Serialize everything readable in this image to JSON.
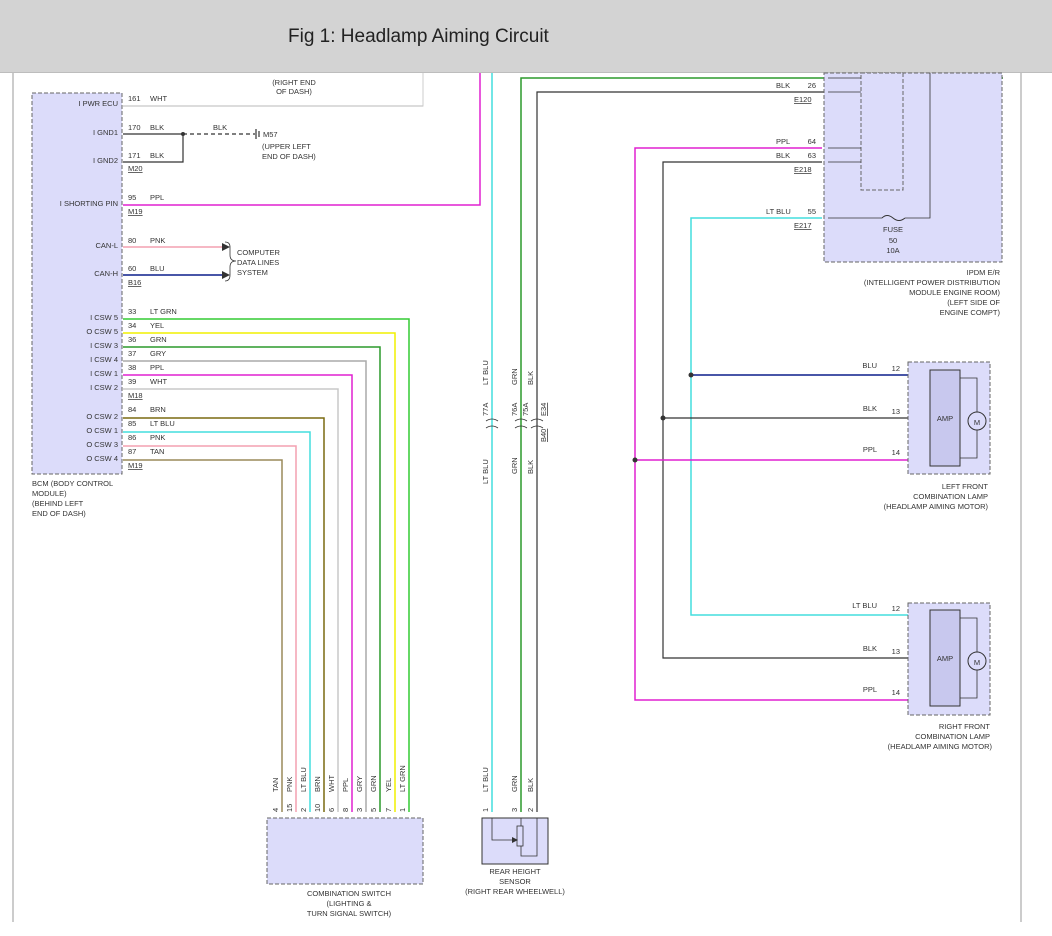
{
  "header": {
    "title": "Fig 1: Headlamp Aiming Circuit"
  },
  "colors": {
    "header_bg": "#d3d3d3",
    "module_fill": "#dcdcfa",
    "wht": "#c8c8c8",
    "blk": "#333333",
    "ppl": "#e020d0",
    "pnk": "#f4a0b0",
    "blu": "#0b1e8c",
    "lt_grn": "#33cc33",
    "yel": "#f0f000",
    "grn": "#2c9a2c",
    "gry": "#aaaaaa",
    "brn": "#7a6a10",
    "lt_blu": "#44dddd",
    "tan": "#9a8a5a"
  },
  "bcm": {
    "name_lines": [
      "BCM (BODY CONTROL",
      "MODULE)",
      "(BEHIND LEFT",
      "END OF DASH)"
    ],
    "pins": [
      {
        "label": "I PWR ECU",
        "pin": "161",
        "wire": "WHT"
      },
      {
        "label": "I GND1",
        "pin": "170",
        "wire": "BLK"
      },
      {
        "label": "I GND2",
        "pin": "171",
        "wire": "BLK"
      },
      {
        "label": "I SHORTING PIN",
        "pin": "95",
        "wire": "PPL"
      },
      {
        "label": "CAN-L",
        "pin": "80",
        "wire": "PNK"
      },
      {
        "label": "CAN-H",
        "pin": "60",
        "wire": "BLU"
      },
      {
        "label": "I CSW 5",
        "pin": "33",
        "wire": "LT GRN"
      },
      {
        "label": "O CSW 5",
        "pin": "34",
        "wire": "YEL"
      },
      {
        "label": "I CSW 3",
        "pin": "36",
        "wire": "GRN"
      },
      {
        "label": "I CSW 4",
        "pin": "37",
        "wire": "GRY"
      },
      {
        "label": "I CSW 1",
        "pin": "38",
        "wire": "PPL"
      },
      {
        "label": "I CSW 2",
        "pin": "39",
        "wire": "WHT"
      },
      {
        "label": "O CSW 2",
        "pin": "84",
        "wire": "BRN"
      },
      {
        "label": "O CSW 1",
        "pin": "85",
        "wire": "LT BLU"
      },
      {
        "label": "O CSW 3",
        "pin": "86",
        "wire": "PNK"
      },
      {
        "label": "O CSW 4",
        "pin": "87",
        "wire": "TAN"
      }
    ],
    "connectors": [
      "M20",
      "M19",
      "B16",
      "M18",
      "M19"
    ]
  },
  "ground": {
    "wire": "BLK",
    "id": "M57",
    "location_lines": [
      "(UPPER LEFT",
      "END OF DASH)"
    ],
    "top_location_lines": [
      "(RIGHT END",
      "OF DASH)"
    ]
  },
  "can_system": {
    "label_lines": [
      "COMPUTER",
      "DATA LINES",
      "SYSTEM"
    ]
  },
  "ipdm": {
    "name_lines": [
      "IPDM E/R",
      "(INTELLIGENT POWER DISTRIBUTION",
      "MODULE ENGINE ROOM)",
      "(LEFT SIDE OF",
      "ENGINE COMPT)"
    ],
    "pins": [
      {
        "wire": "BLK",
        "pin": "26"
      },
      {
        "wire": "PPL",
        "pin": "64"
      },
      {
        "wire": "BLK",
        "pin": "63"
      },
      {
        "wire": "LT BLU",
        "pin": "55"
      }
    ],
    "connectors": [
      "E120",
      "E218",
      "E217"
    ],
    "fuse_lines": [
      "FUSE",
      "50",
      "10A"
    ]
  },
  "left_lamp": {
    "name_lines": [
      "LEFT FRONT",
      "COMBINATION LAMP",
      "(HEADLAMP AIMING MOTOR)"
    ],
    "pins": [
      {
        "wire": "BLU",
        "pin": "12"
      },
      {
        "wire": "BLK",
        "pin": "13"
      },
      {
        "wire": "PPL",
        "pin": "14"
      }
    ],
    "amp_label": "AMP",
    "motor_label": "M"
  },
  "right_lamp": {
    "name_lines": [
      "RIGHT FRONT",
      "COMBINATION LAMP",
      "(HEADLAMP AIMING MOTOR)"
    ],
    "pins": [
      {
        "wire": "LT BLU",
        "pin": "12"
      },
      {
        "wire": "BLK",
        "pin": "13"
      },
      {
        "wire": "PPL",
        "pin": "14"
      }
    ],
    "amp_label": "AMP",
    "motor_label": "M"
  },
  "combination_switch": {
    "name_lines": [
      "COMBINATION SWITCH",
      "(LIGHTING &",
      "TURN SIGNAL SWITCH)"
    ],
    "wires": [
      {
        "wire": "TAN",
        "pin": "4"
      },
      {
        "wire": "PNK",
        "pin": "15"
      },
      {
        "wire": "LT BLU",
        "pin": "2"
      },
      {
        "wire": "BRN",
        "pin": "10"
      },
      {
        "wire": "WHT",
        "pin": "6"
      },
      {
        "wire": "PPL",
        "pin": "8"
      },
      {
        "wire": "GRY",
        "pin": "3"
      },
      {
        "wire": "GRN",
        "pin": "5"
      },
      {
        "wire": "YEL",
        "pin": "7"
      },
      {
        "wire": "LT GRN",
        "pin": "1"
      }
    ]
  },
  "rear_sensor": {
    "name_lines": [
      "REAR HEIGHT",
      "SENSOR",
      "(RIGHT REAR WHEELWELL)"
    ],
    "wires": [
      {
        "wire": "LT BLU",
        "pin": "1"
      },
      {
        "wire": "GRN",
        "pin": "3"
      },
      {
        "wire": "BLK",
        "pin": "2"
      }
    ]
  },
  "junction": {
    "wires": [
      "LT BLU",
      "GRN",
      "BLK"
    ],
    "terminals": [
      "77A",
      "76A",
      "75A"
    ],
    "connectors": [
      "E34",
      "B40"
    ]
  }
}
